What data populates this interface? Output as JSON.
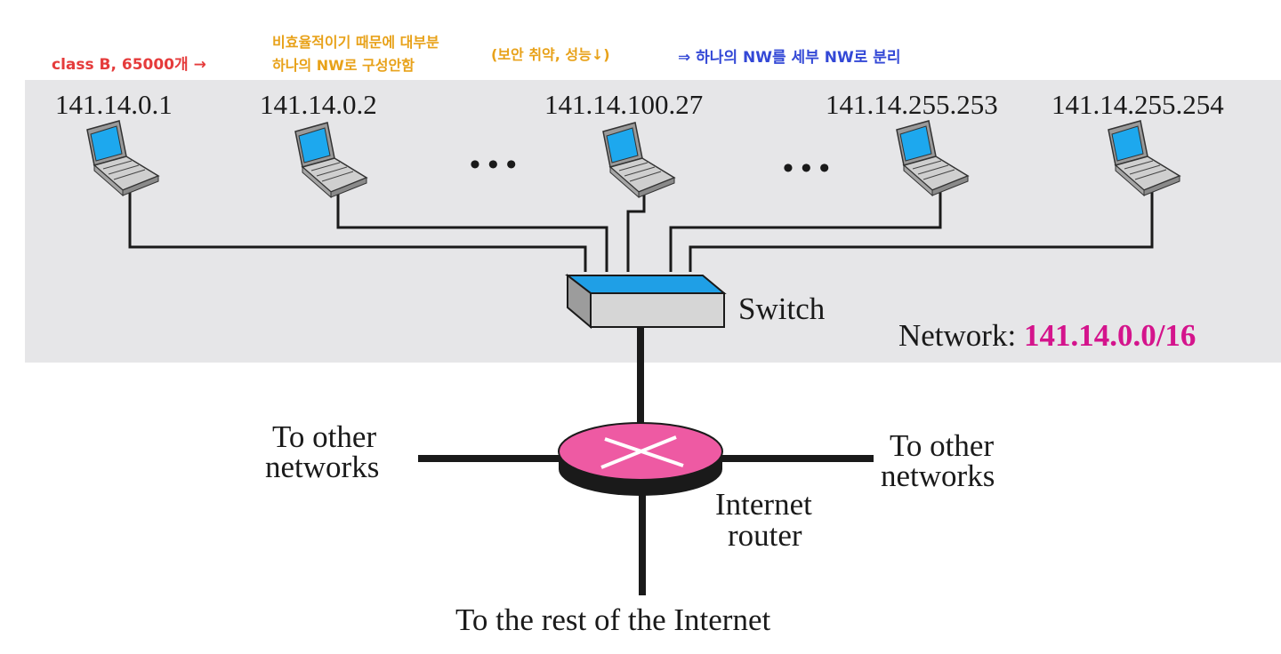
{
  "annotations": {
    "red_note": "class B, 65000개 →",
    "orange_note_line1": "비효율적이기 때문에 대부분",
    "orange_note_line2": "하나의 NW로 구성안함",
    "orange_note_paren": "(보안 취약, 성능↓)",
    "blue_note": "⇒ 하나의 NW를 세부 NW로 분리"
  },
  "hosts": [
    {
      "ip": "141.14.0.1"
    },
    {
      "ip": "141.14.0.2"
    },
    {
      "ip": "141.14.100.27"
    },
    {
      "ip": "141.14.255.253"
    },
    {
      "ip": "141.14.255.254"
    }
  ],
  "ellipsis": "• • •",
  "switch": {
    "label": "Switch"
  },
  "network": {
    "label": "Network:",
    "address": "141.14.0.0/16"
  },
  "router": {
    "label_line1": "Internet",
    "label_line2": "router"
  },
  "left_link": {
    "line1": "To other",
    "line2": "networks"
  },
  "right_link": {
    "line1": "To other",
    "line2": "networks"
  },
  "bottom_link": {
    "label": "To the rest of the Internet"
  },
  "colors": {
    "background_panel": "#e6e6e8",
    "network_address": "#d4148c",
    "router_fill": "#ee5aa3",
    "switch_top": "#1f9fe6",
    "screen": "#1da8ee"
  }
}
